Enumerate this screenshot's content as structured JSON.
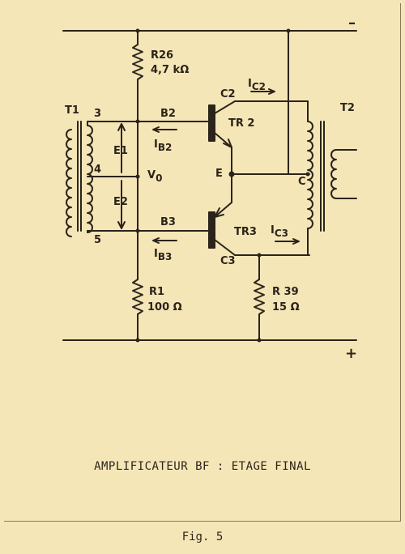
{
  "rail_neg_sign": "–",
  "rail_pos_sign": "+",
  "components": {
    "r26": {
      "ref": "R26",
      "value": "4,7 kΩ"
    },
    "r1": {
      "ref": "R1",
      "value": "100 Ω"
    },
    "r39": {
      "ref": "R 39",
      "value": "15 Ω"
    },
    "t1": {
      "ref": "T1"
    },
    "t2": {
      "ref": "T2"
    },
    "tr2": {
      "ref": "TR 2"
    },
    "tr3": {
      "ref": "TR3"
    }
  },
  "nodes": {
    "b2": "B2",
    "b3": "B3",
    "c2": "C2",
    "c3": "C3",
    "e": "E",
    "c": "C",
    "v0_main": "V",
    "v0_sub": "0",
    "e1": "E1",
    "e2": "E2",
    "pin3": "3",
    "pin4": "4",
    "pin5": "5"
  },
  "currents": {
    "ic2_main": "I",
    "ic2_sub": "C2",
    "ib2_main": "I",
    "ib2_sub": "B2",
    "ib3_main": "I",
    "ib3_sub": "B3",
    "ic3_main": "I",
    "ic3_sub": "C3"
  },
  "caption": "AMPLIFICATEUR BF : ETAGE FINAL",
  "figure_label": "Fig. 5",
  "colors": {
    "background": "#f5e6b8",
    "ink": "#2b241a"
  }
}
